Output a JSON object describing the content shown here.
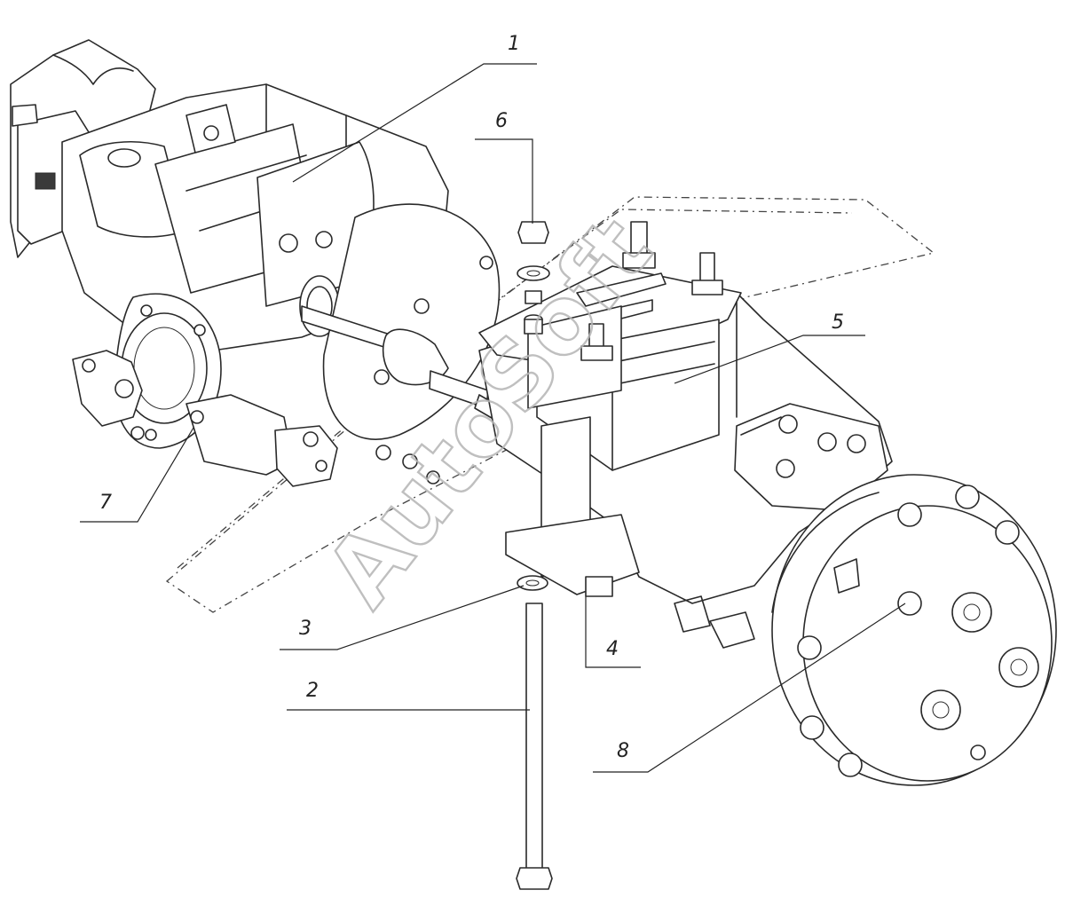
{
  "drawing": {
    "callouts": [
      {
        "id": "1",
        "label": "1"
      },
      {
        "id": "2",
        "label": "2"
      },
      {
        "id": "3",
        "label": "3"
      },
      {
        "id": "4",
        "label": "4"
      },
      {
        "id": "5",
        "label": "5"
      },
      {
        "id": "6",
        "label": "6"
      },
      {
        "id": "7",
        "label": "7"
      },
      {
        "id": "8",
        "label": "8"
      }
    ],
    "watermark": "AutoSoft"
  }
}
